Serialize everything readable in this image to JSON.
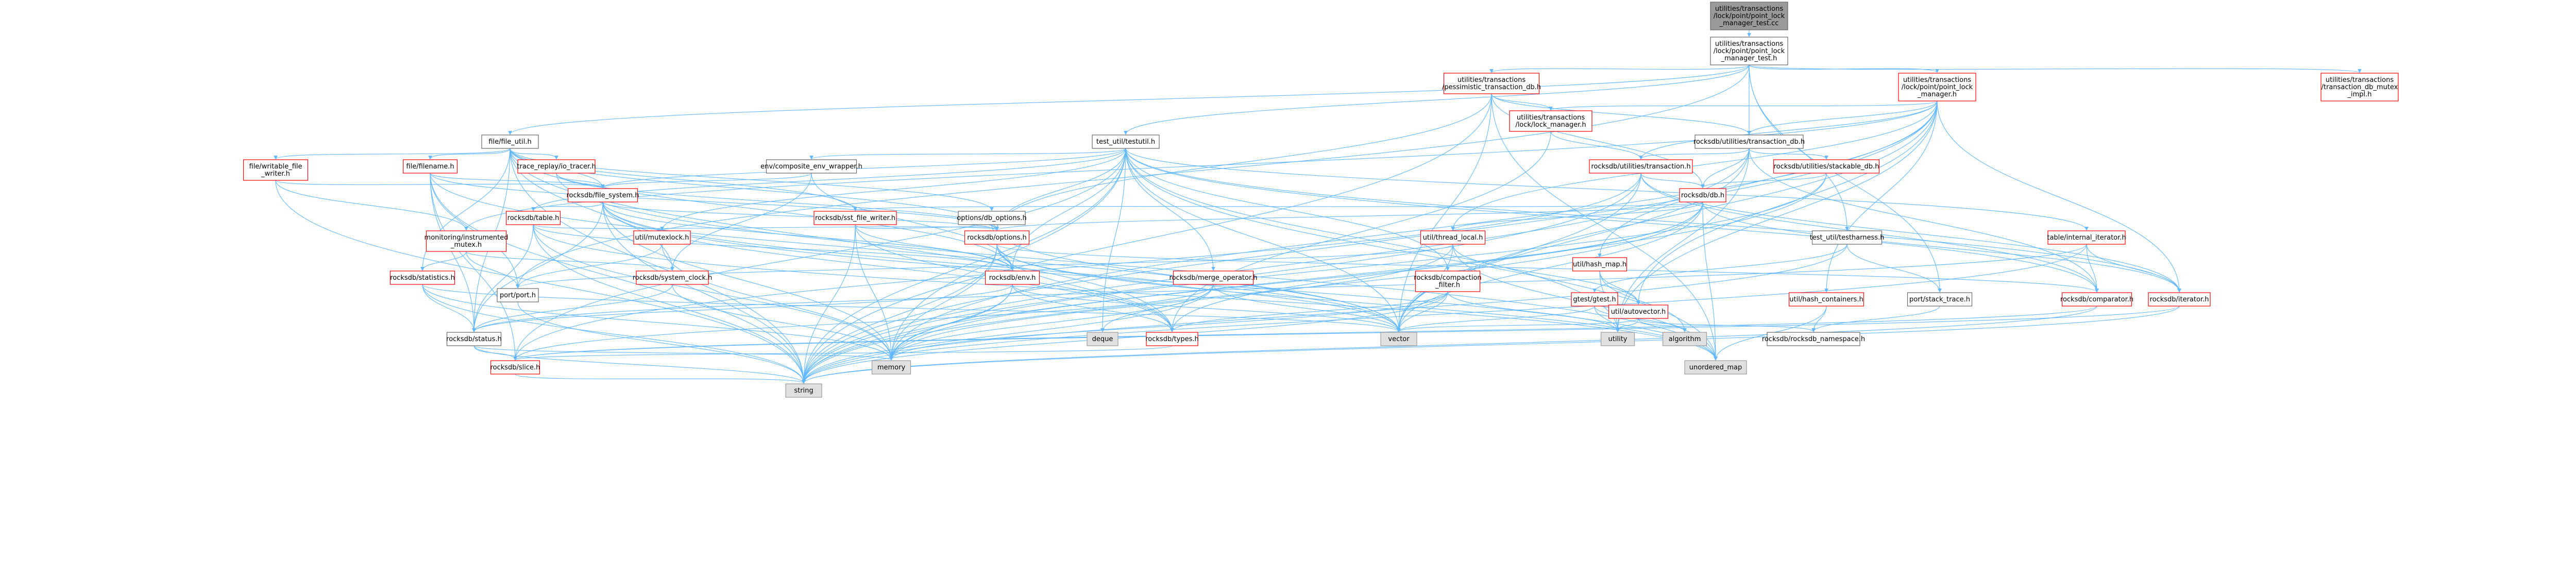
{
  "graph": {
    "colors": {
      "focus_fill": "#999999",
      "focus_border": "#666666",
      "normal_fill": "#ffffff",
      "normal_border": "#666666",
      "truncated_border": "#ff0000",
      "system_fill": "#e0e0e0",
      "system_border": "#999999",
      "edge": "#63b8ff",
      "text": "#000000"
    },
    "nodes": [
      {
        "id": "root",
        "kind": "focus",
        "lines": [
          "utilities/transactions",
          "/lock/point/point_lock",
          "_manager_test.cc"
        ]
      },
      {
        "id": "plm_test_h",
        "kind": "normal",
        "lines": [
          "utilities/transactions",
          "/lock/point/point_lock",
          "_manager_test.h"
        ]
      },
      {
        "id": "pess_txn_db",
        "kind": "truncated",
        "lines": [
          "utilities/transactions",
          "/pessimistic_transaction_db.h"
        ]
      },
      {
        "id": "plm_h",
        "kind": "truncated",
        "lines": [
          "utilities/transactions",
          "/lock/point/point_lock",
          "_manager.h"
        ]
      },
      {
        "id": "txn_db_mutex_impl",
        "kind": "truncated",
        "lines": [
          "utilities/transactions",
          "/transaction_db_mutex",
          "_impl.h"
        ]
      },
      {
        "id": "lock_manager",
        "kind": "truncated",
        "lines": [
          "utilities/transactions",
          "/lock/lock_manager.h"
        ]
      },
      {
        "id": "file_util",
        "kind": "normal",
        "lines": [
          "file/file_util.h"
        ]
      },
      {
        "id": "testutil",
        "kind": "normal",
        "lines": [
          "test_util/testutil.h"
        ]
      },
      {
        "id": "rdb_txn_db",
        "kind": "normal",
        "lines": [
          "rocksdb/utilities/transaction_db.h"
        ]
      },
      {
        "id": "writable_file_writer",
        "kind": "truncated",
        "lines": [
          "file/writable_file",
          "_writer.h"
        ]
      },
      {
        "id": "filename",
        "kind": "truncated",
        "lines": [
          "file/filename.h"
        ]
      },
      {
        "id": "io_tracer",
        "kind": "truncated",
        "lines": [
          "trace_replay/io_tracer.h"
        ]
      },
      {
        "id": "composite_env",
        "kind": "normal",
        "lines": [
          "env/composite_env_wrapper.h"
        ]
      },
      {
        "id": "rdb_txn",
        "kind": "truncated",
        "lines": [
          "rocksdb/utilities/transaction.h"
        ]
      },
      {
        "id": "stackable_db",
        "kind": "truncated",
        "lines": [
          "rocksdb/utilities/stackable_db.h"
        ]
      },
      {
        "id": "file_system",
        "kind": "truncated",
        "lines": [
          "rocksdb/file_system.h"
        ]
      },
      {
        "id": "rdb_db",
        "kind": "truncated",
        "lines": [
          "rocksdb/db.h"
        ]
      },
      {
        "id": "rdb_table",
        "kind": "truncated",
        "lines": [
          "rocksdb/table.h"
        ]
      },
      {
        "id": "instrumented_mutex",
        "kind": "truncated",
        "lines": [
          "monitoring/instrumented",
          "_mutex.h"
        ]
      },
      {
        "id": "sst_file_writer",
        "kind": "truncated",
        "lines": [
          "rocksdb/sst_file_writer.h"
        ]
      },
      {
        "id": "db_options",
        "kind": "normal",
        "lines": [
          "options/db_options.h"
        ]
      },
      {
        "id": "mutexlock",
        "kind": "truncated",
        "lines": [
          "util/mutexlock.h"
        ]
      },
      {
        "id": "rdb_options",
        "kind": "truncated",
        "lines": [
          "rocksdb/options.h"
        ]
      },
      {
        "id": "thread_local",
        "kind": "truncated",
        "lines": [
          "util/thread_local.h"
        ]
      },
      {
        "id": "hash_map",
        "kind": "truncated",
        "lines": [
          "util/hash_map.h"
        ]
      },
      {
        "id": "testharness",
        "kind": "normal",
        "lines": [
          "test_util/testharness.h"
        ]
      },
      {
        "id": "internal_iterator",
        "kind": "truncated",
        "lines": [
          "table/internal_iterator.h"
        ]
      },
      {
        "id": "rdb_statistics",
        "kind": "truncated",
        "lines": [
          "rocksdb/statistics.h"
        ]
      },
      {
        "id": "rdb_system_clock",
        "kind": "truncated",
        "lines": [
          "rocksdb/system_clock.h"
        ]
      },
      {
        "id": "port_h",
        "kind": "normal",
        "lines": [
          "port/port.h"
        ]
      },
      {
        "id": "rdb_env",
        "kind": "truncated",
        "lines": [
          "rocksdb/env.h"
        ]
      },
      {
        "id": "merge_operator",
        "kind": "truncated",
        "lines": [
          "rocksdb/merge_operator.h"
        ]
      },
      {
        "id": "compaction_filter",
        "kind": "truncated",
        "lines": [
          "rocksdb/compaction",
          "_filter.h"
        ]
      },
      {
        "id": "gtest",
        "kind": "truncated",
        "lines": [
          "gtest/gtest.h"
        ]
      },
      {
        "id": "autovector",
        "kind": "truncated",
        "lines": [
          "util/autovector.h"
        ]
      },
      {
        "id": "hash_containers",
        "kind": "truncated",
        "lines": [
          "util/hash_containers.h"
        ]
      },
      {
        "id": "stack_trace",
        "kind": "normal",
        "lines": [
          "port/stack_trace.h"
        ]
      },
      {
        "id": "rdb_comparator",
        "kind": "truncated",
        "lines": [
          "rocksdb/comparator.h"
        ]
      },
      {
        "id": "rdb_iterator",
        "kind": "truncated",
        "lines": [
          "rocksdb/iterator.h"
        ]
      },
      {
        "id": "rdb_status",
        "kind": "normal",
        "lines": [
          "rocksdb/status.h"
        ]
      },
      {
        "id": "rdb_types",
        "kind": "truncated",
        "lines": [
          "rocksdb/types.h"
        ]
      },
      {
        "id": "deque",
        "kind": "system",
        "lines": [
          "deque"
        ]
      },
      {
        "id": "vector",
        "kind": "system",
        "lines": [
          "vector"
        ]
      },
      {
        "id": "utility",
        "kind": "system",
        "lines": [
          "utility"
        ]
      },
      {
        "id": "algorithm",
        "kind": "system",
        "lines": [
          "algorithm"
        ]
      },
      {
        "id": "rdb_namespace",
        "kind": "normal",
        "lines": [
          "rocksdb/rocksdb_namespace.h"
        ]
      },
      {
        "id": "rdb_slice",
        "kind": "truncated",
        "lines": [
          "rocksdb/slice.h"
        ]
      },
      {
        "id": "memory",
        "kind": "system",
        "lines": [
          "memory"
        ]
      },
      {
        "id": "unordered_map",
        "kind": "system",
        "lines": [
          "unordered_map"
        ]
      },
      {
        "id": "string",
        "kind": "system",
        "lines": [
          "string"
        ]
      }
    ],
    "edges": [
      [
        "root",
        "plm_test_h"
      ],
      [
        "plm_test_h",
        "pess_txn_db"
      ],
      [
        "plm_test_h",
        "plm_h"
      ],
      [
        "plm_test_h",
        "txn_db_mutex_impl"
      ],
      [
        "plm_test_h",
        "file_util"
      ],
      [
        "plm_test_h",
        "testutil"
      ],
      [
        "plm_test_h",
        "rdb_txn_db"
      ],
      [
        "plm_test_h",
        "port_h"
      ],
      [
        "plm_test_h",
        "stack_trace"
      ],
      [
        "plm_test_h",
        "testharness"
      ],
      [
        "pess_txn_db",
        "lock_manager"
      ],
      [
        "pess_txn_db",
        "rdb_txn_db"
      ],
      [
        "pess_txn_db",
        "rdb_db"
      ],
      [
        "pess_txn_db",
        "rdb_options"
      ],
      [
        "pess_txn_db",
        "vector"
      ],
      [
        "pess_txn_db",
        "string"
      ],
      [
        "pess_txn_db",
        "unordered_map"
      ],
      [
        "plm_h",
        "lock_manager"
      ],
      [
        "plm_h",
        "rdb_txn_db"
      ],
      [
        "plm_h",
        "rdb_txn"
      ],
      [
        "plm_h",
        "hash_map"
      ],
      [
        "plm_h",
        "thread_local"
      ],
      [
        "plm_h",
        "autovector"
      ],
      [
        "plm_h",
        "hash_containers"
      ],
      [
        "plm_h",
        "memory"
      ],
      [
        "plm_h",
        "string"
      ],
      [
        "plm_h",
        "utility"
      ],
      [
        "plm_h",
        "vector"
      ],
      [
        "plm_h",
        "rdb_iterator"
      ],
      [
        "plm_h",
        "instrumented_mutex"
      ],
      [
        "lock_manager",
        "rdb_txn"
      ],
      [
        "lock_manager",
        "rdb_types"
      ],
      [
        "file_util",
        "writable_file_writer"
      ],
      [
        "file_util",
        "filename"
      ],
      [
        "file_util",
        "io_tracer"
      ],
      [
        "file_util",
        "file_system"
      ],
      [
        "file_util",
        "sst_file_writer"
      ],
      [
        "file_util",
        "rdb_env"
      ],
      [
        "file_util",
        "rdb_options"
      ],
      [
        "file_util",
        "rdb_status"
      ],
      [
        "file_util",
        "rdb_types"
      ],
      [
        "file_util",
        "rdb_statistics"
      ],
      [
        "file_util",
        "rdb_system_clock"
      ],
      [
        "file_util",
        "db_options"
      ],
      [
        "file_util",
        "string"
      ],
      [
        "testutil",
        "composite_env"
      ],
      [
        "testutil",
        "file_system"
      ],
      [
        "testutil",
        "rdb_table"
      ],
      [
        "testutil",
        "rdb_options"
      ],
      [
        "testutil",
        "rdb_env"
      ],
      [
        "testutil",
        "merge_operator"
      ],
      [
        "testutil",
        "compaction_filter"
      ],
      [
        "testutil",
        "mutexlock"
      ],
      [
        "testutil",
        "internal_iterator"
      ],
      [
        "testutil",
        "rdb_comparator"
      ],
      [
        "testutil",
        "rdb_iterator"
      ],
      [
        "testutil",
        "rdb_slice"
      ],
      [
        "testutil",
        "deque"
      ],
      [
        "testutil",
        "vector"
      ],
      [
        "testutil",
        "string"
      ],
      [
        "testutil",
        "memory"
      ],
      [
        "testutil",
        "unordered_map"
      ],
      [
        "testutil",
        "utility"
      ],
      [
        "rdb_txn_db",
        "stackable_db"
      ],
      [
        "rdb_txn_db",
        "rdb_txn"
      ],
      [
        "rdb_txn_db",
        "rdb_comparator"
      ],
      [
        "rdb_txn_db",
        "rdb_db"
      ],
      [
        "rdb_txn_db",
        "utility"
      ],
      [
        "rdb_txn_db",
        "vector"
      ],
      [
        "rdb_txn_db",
        "string"
      ],
      [
        "stackable_db",
        "rdb_db"
      ],
      [
        "stackable_db",
        "memory"
      ],
      [
        "stackable_db",
        "string"
      ],
      [
        "rdb_txn",
        "rdb_comparator"
      ],
      [
        "rdb_txn",
        "rdb_db"
      ],
      [
        "rdb_txn",
        "rdb_iterator"
      ],
      [
        "rdb_txn",
        "rdb_slice"
      ],
      [
        "rdb_txn",
        "vector"
      ],
      [
        "rdb_txn",
        "string"
      ],
      [
        "rdb_db",
        "rdb_options"
      ],
      [
        "rdb_db",
        "rdb_iterator"
      ],
      [
        "rdb_db",
        "rdb_types"
      ],
      [
        "rdb_db",
        "sst_file_writer"
      ],
      [
        "rdb_db",
        "thread_local"
      ],
      [
        "rdb_db",
        "memory"
      ],
      [
        "rdb_db",
        "string"
      ],
      [
        "rdb_db",
        "unordered_map"
      ],
      [
        "rdb_db",
        "vector"
      ],
      [
        "writable_file_writer",
        "file_system"
      ],
      [
        "writable_file_writer",
        "instrumented_mutex"
      ],
      [
        "writable_file_writer",
        "string"
      ],
      [
        "filename",
        "file_system"
      ],
      [
        "filename",
        "rdb_options"
      ],
      [
        "filename",
        "rdb_status"
      ],
      [
        "filename",
        "rdb_slice"
      ],
      [
        "filename",
        "port_h"
      ],
      [
        "filename",
        "vector"
      ],
      [
        "filename",
        "string"
      ],
      [
        "io_tracer",
        "file_system"
      ],
      [
        "io_tracer",
        "rdb_options"
      ],
      [
        "io_tracer",
        "unordered_map"
      ],
      [
        "composite_env",
        "file_system"
      ],
      [
        "composite_env",
        "rdb_env"
      ],
      [
        "composite_env",
        "rdb_system_clock"
      ],
      [
        "file_system",
        "rdb_env"
      ],
      [
        "file_system",
        "rdb_options"
      ],
      [
        "file_system",
        "rdb_table"
      ],
      [
        "file_system",
        "rdb_status"
      ],
      [
        "file_system",
        "rdb_types"
      ],
      [
        "file_system",
        "memory"
      ],
      [
        "file_system",
        "string"
      ],
      [
        "file_system",
        "vector"
      ],
      [
        "file_system",
        "unordered_map"
      ],
      [
        "rdb_table",
        "rdb_options"
      ],
      [
        "rdb_table",
        "rdb_status"
      ],
      [
        "rdb_table",
        "rdb_env"
      ],
      [
        "rdb_table",
        "memory"
      ],
      [
        "rdb_table",
        "string"
      ],
      [
        "rdb_table",
        "unordered_map"
      ],
      [
        "instrumented_mutex",
        "rdb_statistics"
      ],
      [
        "instrumented_mutex",
        "rdb_system_clock"
      ],
      [
        "instrumented_mutex",
        "port_h"
      ],
      [
        "sst_file_writer",
        "rdb_options"
      ],
      [
        "sst_file_writer",
        "rdb_env"
      ],
      [
        "sst_file_writer",
        "rdb_types"
      ],
      [
        "sst_file_writer",
        "memory"
      ],
      [
        "sst_file_writer",
        "string"
      ],
      [
        "db_options",
        "rdb_options"
      ],
      [
        "db_options",
        "vector"
      ],
      [
        "mutexlock",
        "port_h"
      ],
      [
        "mutexlock",
        "memory"
      ],
      [
        "rdb_options",
        "rdb_env"
      ],
      [
        "rdb_options",
        "rdb_comparator"
      ],
      [
        "rdb_options",
        "rdb_types"
      ],
      [
        "rdb_options",
        "vector"
      ],
      [
        "rdb_options",
        "memory"
      ],
      [
        "rdb_options",
        "string"
      ],
      [
        "rdb_options",
        "unordered_map"
      ],
      [
        "thread_local",
        "autovector"
      ],
      [
        "thread_local",
        "port_h"
      ],
      [
        "thread_local",
        "vector"
      ],
      [
        "thread_local",
        "memory"
      ],
      [
        "thread_local",
        "unordered_map"
      ],
      [
        "hash_map",
        "autovector"
      ],
      [
        "hash_map",
        "utility"
      ],
      [
        "hash_map",
        "algorithm"
      ],
      [
        "testharness",
        "gtest"
      ],
      [
        "testharness",
        "stack_trace"
      ],
      [
        "testharness",
        "string"
      ],
      [
        "internal_iterator",
        "rdb_comparator"
      ],
      [
        "internal_iterator",
        "rdb_iterator"
      ],
      [
        "internal_iterator",
        "rdb_status"
      ],
      [
        "internal_iterator",
        "string"
      ],
      [
        "rdb_statistics",
        "rdb_status"
      ],
      [
        "rdb_statistics",
        "memory"
      ],
      [
        "rdb_statistics",
        "string"
      ],
      [
        "rdb_statistics",
        "vector"
      ],
      [
        "rdb_system_clock",
        "rdb_status"
      ],
      [
        "rdb_system_clock",
        "memory"
      ],
      [
        "port_h",
        "string"
      ],
      [
        "rdb_env",
        "rdb_status"
      ],
      [
        "rdb_env",
        "rdb_types"
      ],
      [
        "rdb_env",
        "memory"
      ],
      [
        "rdb_env",
        "string"
      ],
      [
        "rdb_env",
        "vector"
      ],
      [
        "merge_operator",
        "rdb_slice"
      ],
      [
        "merge_operator",
        "deque"
      ],
      [
        "merge_operator",
        "memory"
      ],
      [
        "merge_operator",
        "string"
      ],
      [
        "merge_operator",
        "vector"
      ],
      [
        "compaction_filter",
        "rdb_types"
      ],
      [
        "compaction_filter",
        "memory"
      ],
      [
        "compaction_filter",
        "string"
      ],
      [
        "compaction_filter",
        "vector"
      ],
      [
        "compaction_filter",
        "utility"
      ],
      [
        "gtest",
        "utility"
      ],
      [
        "gtest",
        "algorithm"
      ],
      [
        "gtest",
        "vector"
      ],
      [
        "autovector",
        "rdb_namespace"
      ],
      [
        "autovector",
        "algorithm"
      ],
      [
        "autovector",
        "utility"
      ],
      [
        "autovector",
        "vector"
      ],
      [
        "hash_containers",
        "rdb_namespace"
      ],
      [
        "hash_containers",
        "unordered_map"
      ],
      [
        "stack_trace",
        "rdb_namespace"
      ],
      [
        "rdb_comparator",
        "rdb_slice"
      ],
      [
        "rdb_comparator",
        "string"
      ],
      [
        "rdb_iterator",
        "rdb_slice"
      ],
      [
        "rdb_iterator",
        "string"
      ],
      [
        "rdb_status",
        "rdb_slice"
      ],
      [
        "rdb_status",
        "memory"
      ],
      [
        "rdb_status",
        "string"
      ],
      [
        "rdb_types",
        "rdb_slice"
      ],
      [
        "rdb_slice",
        "string"
      ]
    ]
  }
}
